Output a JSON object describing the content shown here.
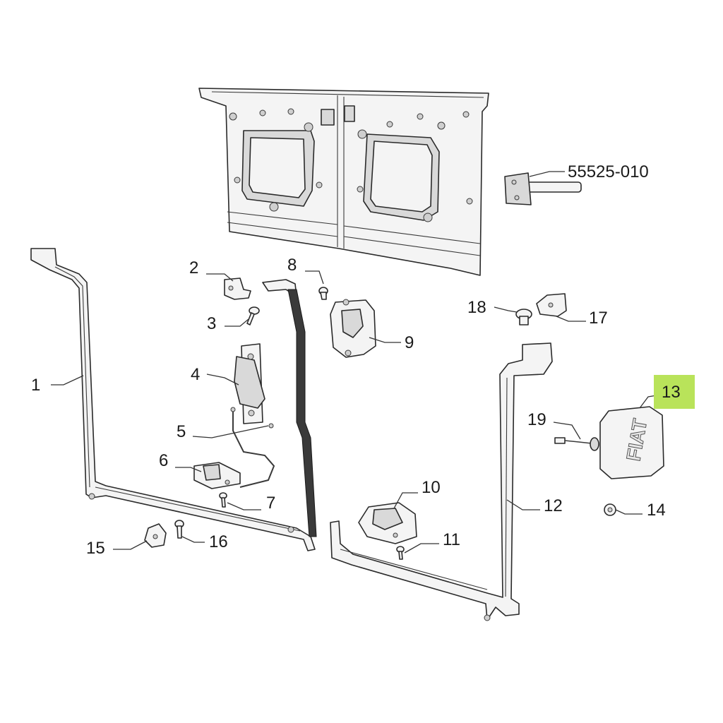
{
  "diagram": {
    "highlight_color": "#b9e35a",
    "callouts": {
      "c1": "1",
      "c2": "2",
      "c3": "3",
      "c4": "4",
      "c5": "5",
      "c6": "6",
      "c7": "7",
      "c8": "8",
      "c9": "9",
      "c10": "10",
      "c11": "11",
      "c12": "12",
      "c13": "13",
      "c14": "14",
      "c15": "15",
      "c16": "16",
      "c17": "17",
      "c18": "18",
      "c19": "19",
      "ref": "55525-010"
    },
    "highlighted_callout": "13",
    "badge_logo_text": "FIAT"
  }
}
